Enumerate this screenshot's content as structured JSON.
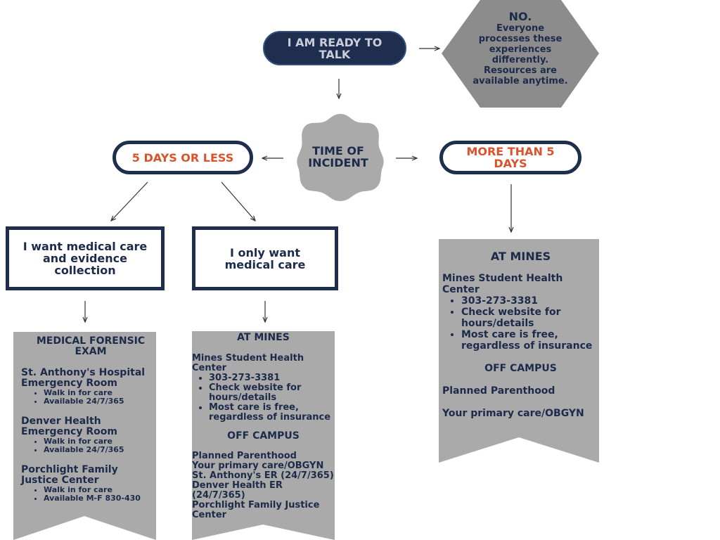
{
  "colors": {
    "navy": "#1f2e4f",
    "orange": "#d9532b",
    "gray": "#aaaaaa",
    "dark_gray": "#8c8c8c"
  },
  "start": {
    "label": "I AM READY TO TALK"
  },
  "no_node": {
    "title": "NO.",
    "lines": [
      "Everyone",
      "processes these",
      "experiences",
      "differently.",
      "Resources are",
      "available anytime."
    ]
  },
  "time_node": {
    "label": "TIME OF INCIDENT"
  },
  "le5": {
    "label": "5 DAYS OR LESS"
  },
  "gt5": {
    "label": "MORE THAN 5 DAYS"
  },
  "option_evidence": {
    "label": "I want medical care and evidence collection"
  },
  "option_medical": {
    "label": "I only want medical care"
  },
  "forensic": {
    "title": "MEDICAL FORENSIC EXAM",
    "locations": [
      {
        "name": "St. Anthony's Hospital Emergency Room",
        "bullets": [
          "Walk in for care",
          "Available 24/7/365"
        ]
      },
      {
        "name": "Denver Health Emergency Room",
        "bullets": [
          "Walk in for care",
          "Available 24/7/365"
        ]
      },
      {
        "name": "Porchlight Family Justice Center",
        "bullets": [
          "Walk in for care",
          "Available M-F 830-430"
        ]
      }
    ]
  },
  "mines_mid": {
    "title": "AT MINES",
    "center": "Mines Student Health Center",
    "bullets": [
      "303-273-3381",
      "Check website for hours/details",
      "Most care is free, regardless of insurance"
    ],
    "off_title": "OFF CAMPUS",
    "off_lines": [
      "Planned Parenthood",
      "Your primary care/OBGYN",
      "St. Anthony's ER (24/7/365)",
      "Denver Health ER (24/7/365)",
      "Porchlight Family Justice Center"
    ]
  },
  "mines_right": {
    "title": "AT MINES",
    "center": "Mines Student Health Center",
    "bullets": [
      "303-273-3381",
      "Check website for hours/details",
      "Most care is free, regardless of insurance"
    ],
    "off_title": "OFF CAMPUS",
    "off_items": [
      "Planned Parenthood",
      "Your primary care/OBGYN"
    ]
  }
}
